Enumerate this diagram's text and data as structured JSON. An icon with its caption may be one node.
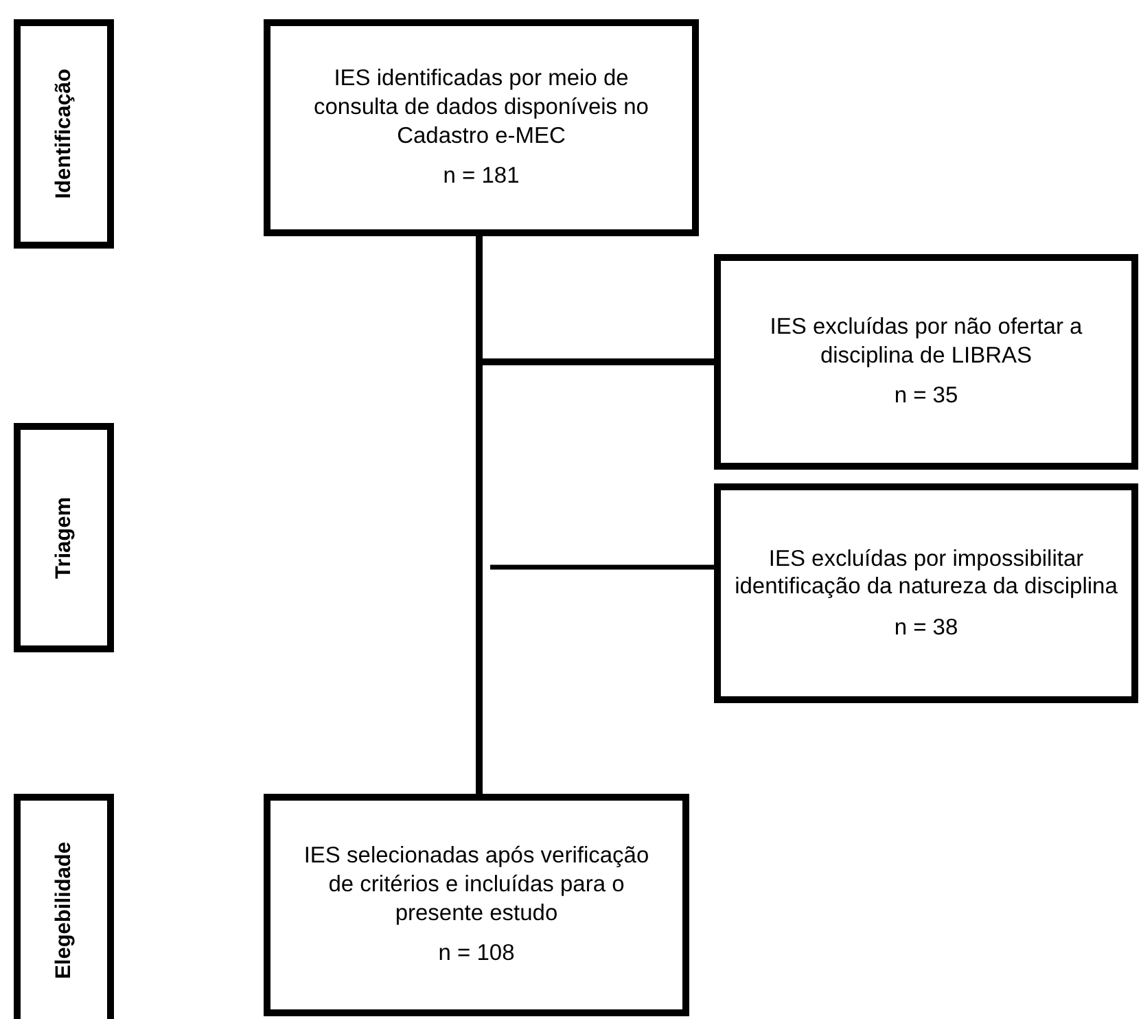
{
  "diagram": {
    "nodes": [
      {
        "text": [
          "Identificação"
        ]
      },
      {
        "text": [
          "IES identificadas por meio de consulta de dados disponíveis no Cadastro e-MEC",
          "n = 181"
        ]
      },
      {
        "text": [
          "Triagem"
        ]
      },
      {
        "text": [
          "IES excluídas por não ofertar a disciplina de LIBRAS",
          "n = 35"
        ]
      },
      {
        "text": [
          "IES excluídas por impossibilitar identificação da natureza da disciplina",
          "n = 38"
        ]
      },
      {
        "text": [
          "Elegebilidade"
        ]
      },
      {
        "text": [
          "IES selecionadas após verificação de critérios e incluídas para o presente estudo",
          "n = 108"
        ]
      }
    ],
    "edges": [
      {
        "from": 1,
        "to": 6,
        "arrow": "none"
      },
      {
        "from": 1,
        "to": 3,
        "arrow": "none"
      },
      {
        "from": null,
        "to": 4,
        "arrow": "none"
      }
    ]
  }
}
